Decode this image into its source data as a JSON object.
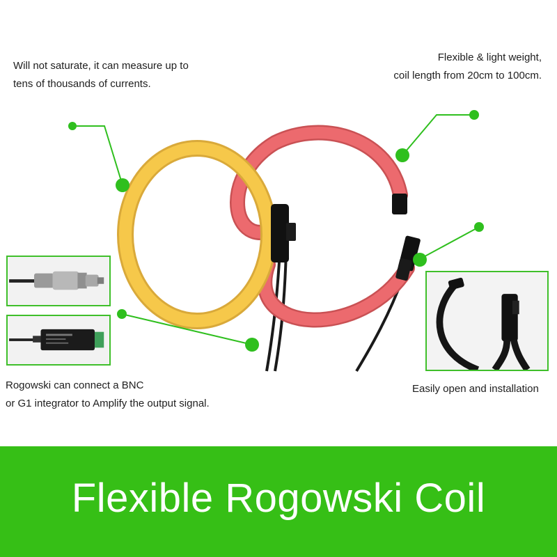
{
  "captions": {
    "saturate": [
      "Will not saturate, it can measure up to",
      "tens of thousands of currents."
    ],
    "flexible": [
      "Flexible & light weight,",
      "coil length from 20cm to 100cm."
    ],
    "bnc": [
      "Rogowski can connect a BNC",
      "or G1 integrator to Amplify the output signal."
    ],
    "install": "Easily open and installation"
  },
  "banner": {
    "title": "Flexible Rogowski Coil"
  },
  "colors": {
    "accent_green": "#36bf16",
    "callout_green": "#2fbf1e",
    "yellow_coil": "#f6c84a",
    "red_coil": "#ec6a6e",
    "cable": "#1a1a1a"
  },
  "icons": {
    "callout_marker": "green-dot"
  }
}
